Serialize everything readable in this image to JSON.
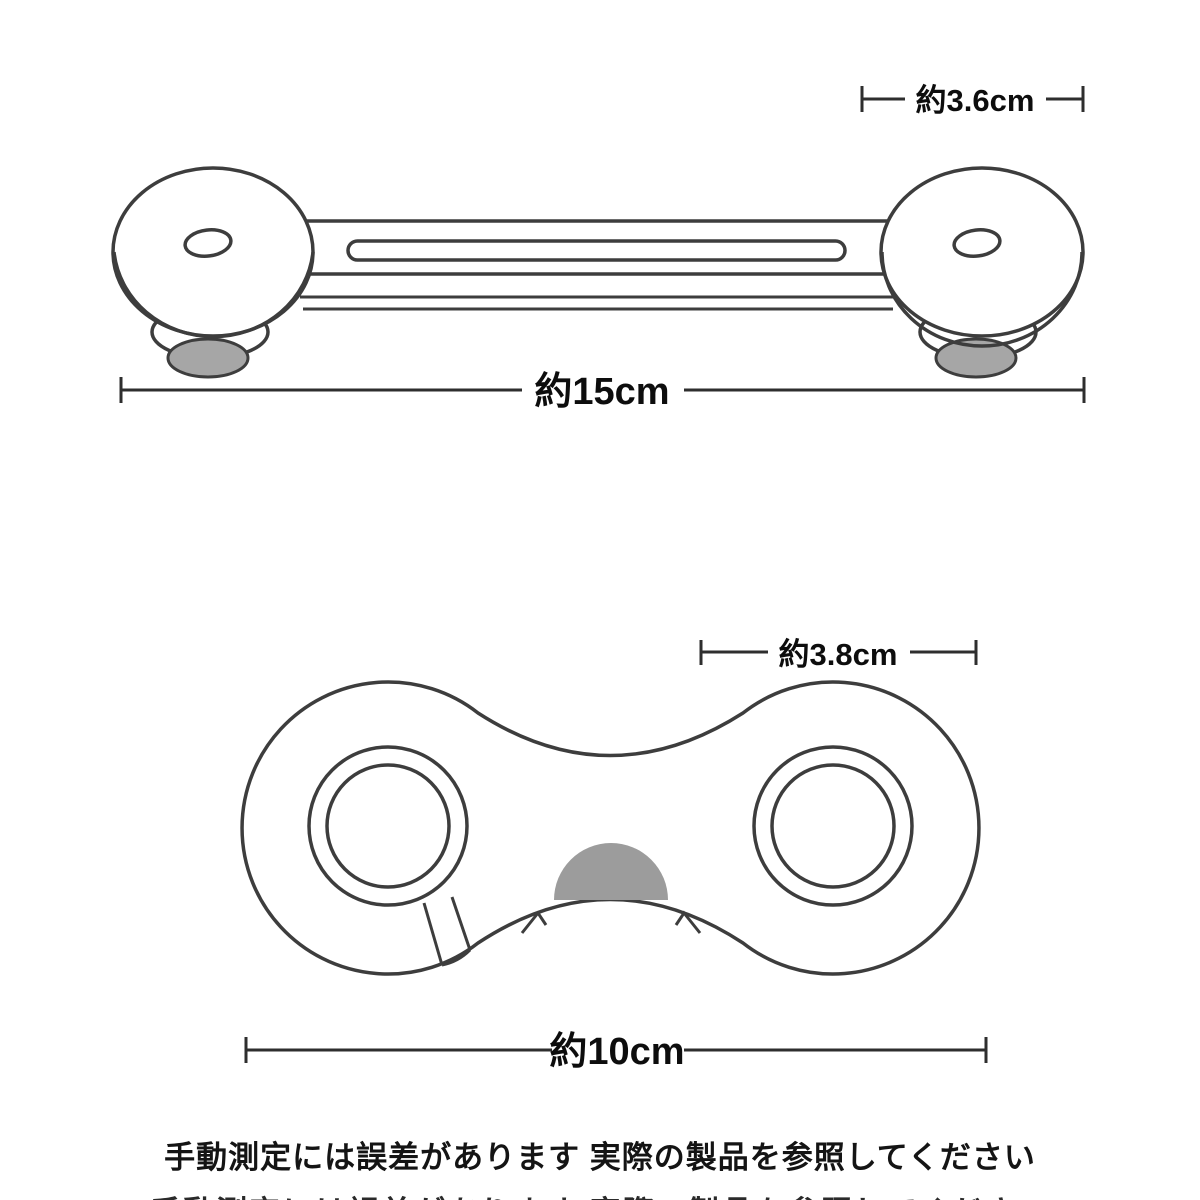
{
  "colors": {
    "background": "#ffffff",
    "line": "#3d3d3d",
    "dimension_line": "#2e2e2e",
    "gray_fill": "#9c9c9c",
    "text": "#141414"
  },
  "top_diagram": {
    "dim_width_label": "約3.6cm",
    "dim_length_label": "約15cm"
  },
  "bottom_diagram": {
    "dim_width_label": "約3.8cm",
    "dim_length_label": "約10cm"
  },
  "footer": {
    "disclaimer": "手動測定には誤差があります 実際の製品を参照してください"
  }
}
